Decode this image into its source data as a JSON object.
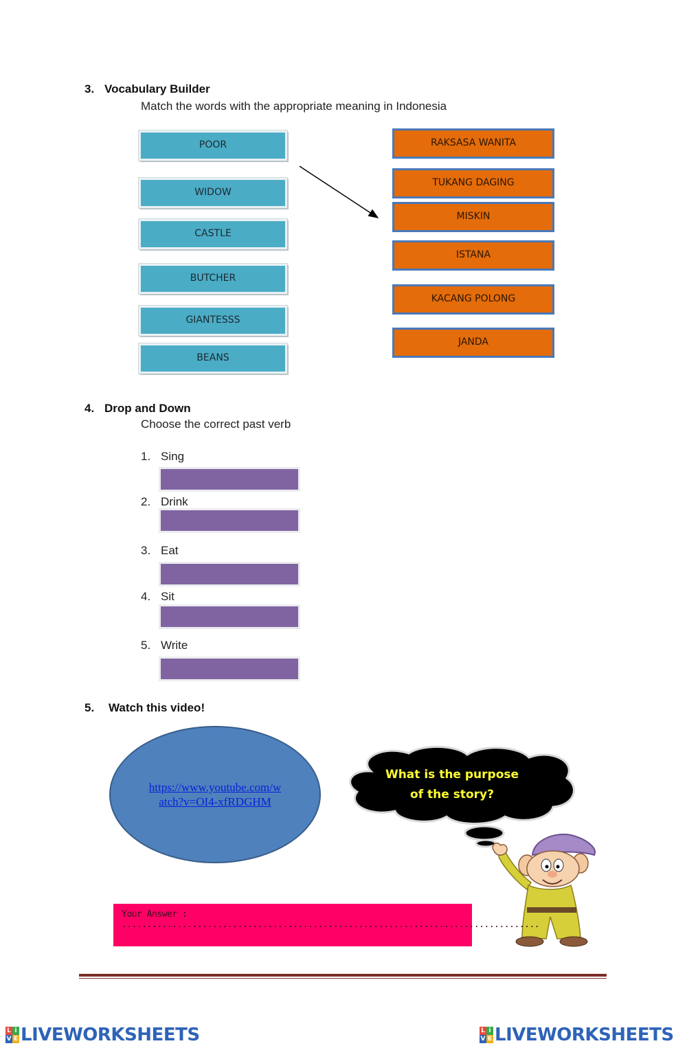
{
  "section3": {
    "number": "3.",
    "title": "Vocabulary Builder",
    "instruction": "Match the words with the appropriate meaning in Indonesia",
    "words": [
      "POOR",
      "WIDOW",
      "CASTLE",
      "BUTCHER",
      "GIANTESSS",
      "BEANS"
    ],
    "meanings": [
      "RAKSASA WANITA",
      "TUKANG DAGING",
      "MISKIN",
      "ISTANA",
      "KACANG POLONG",
      "JANDA"
    ],
    "colors": {
      "word_box": "#4bacc6",
      "meaning_box": "#e46c0a"
    }
  },
  "section4": {
    "number": "4.",
    "title": "Drop and Down",
    "instruction": "Choose the correct past verb",
    "items": [
      {
        "num": "1.",
        "verb": "Sing"
      },
      {
        "num": "2.",
        "verb": "Drink"
      },
      {
        "num": "3.",
        "verb": "Eat"
      },
      {
        "num": "4.",
        "verb": "Sit"
      },
      {
        "num": "5.",
        "verb": "Write"
      }
    ],
    "colors": {
      "drop_box": "#8064a2"
    }
  },
  "section5": {
    "number": "5.",
    "title": "Watch this video!",
    "link": "https://www.youtube.com/watch?v=OI4-xfRDGHM",
    "bubble_line1": "What is the purpose",
    "bubble_line2": "of the story?",
    "answer_prompt": "Your Answer : ...................................................................................",
    "colors": {
      "ellipse": "#4f81bd",
      "answer_bar": "#ff0066",
      "bubble": "#000000",
      "bubble_text": "#ffff33"
    }
  },
  "footer": {
    "brand_left": "LIVEWORKSHEETS",
    "brand_right": "LIVEWORKSHEETS",
    "logo_letters": [
      "L",
      "i",
      "V",
      "E"
    ],
    "colors": {
      "brand": "#2e63b8",
      "rule": "#7b2d26"
    }
  }
}
